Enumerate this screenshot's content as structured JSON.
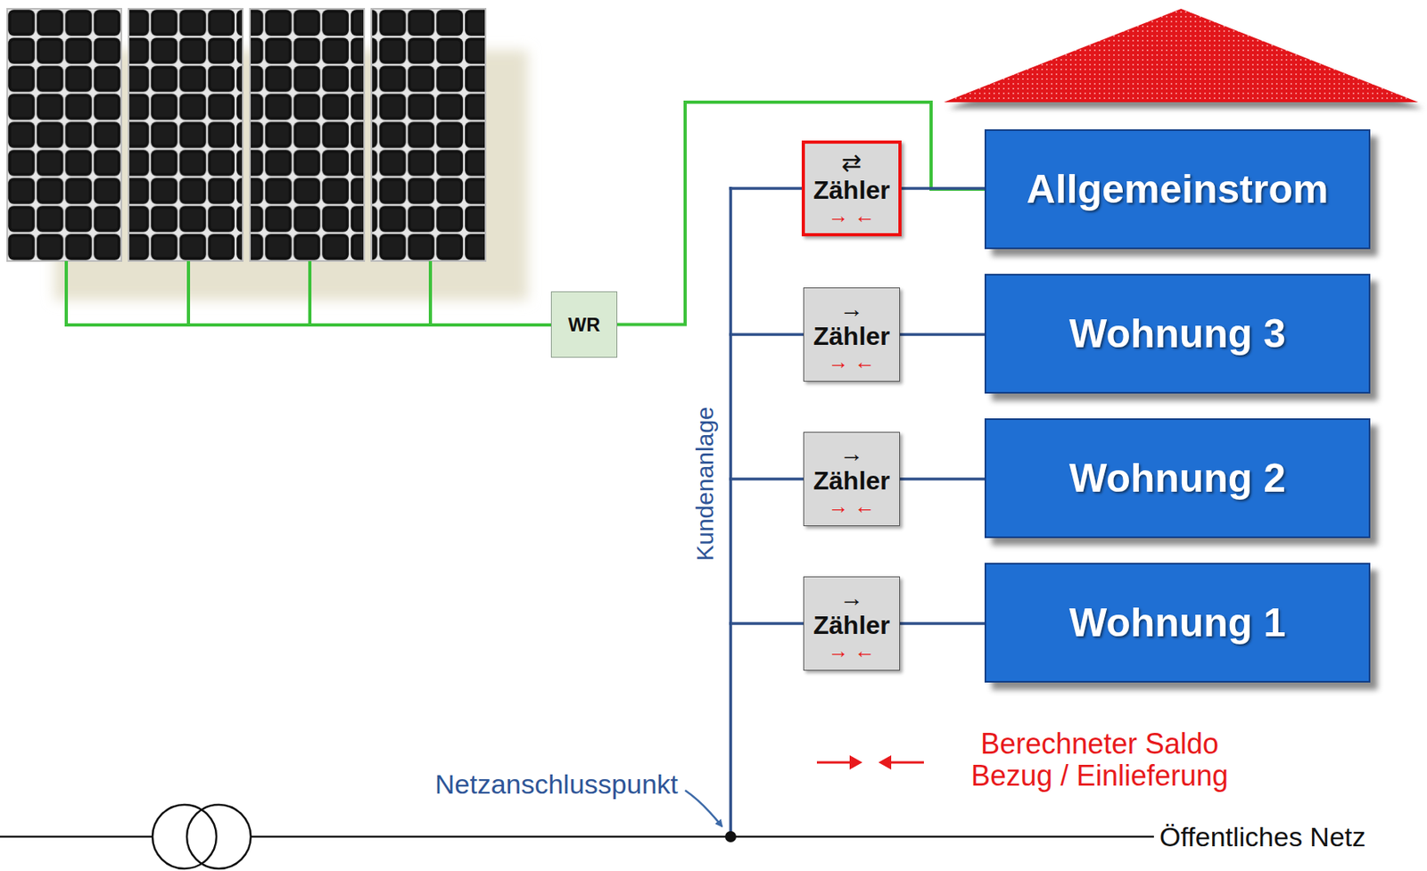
{
  "diagram": {
    "nodes": [
      {
        "text": [
          "WR"
        ]
      },
      {
        "text": [
          "⇄",
          "Zähler",
          "→ ←"
        ]
      },
      {
        "text": [
          "Allgemeinstrom"
        ]
      },
      {
        "text": [
          "→",
          "Zähler",
          "→ ←"
        ]
      },
      {
        "text": [
          "Wohnung 3"
        ]
      },
      {
        "text": [
          "→",
          "Zähler",
          "→ ←"
        ]
      },
      {
        "text": [
          "Wohnung 2"
        ]
      },
      {
        "text": [
          "→",
          "Zähler",
          "→ ←"
        ]
      },
      {
        "text": [
          "Wohnung 1"
        ]
      }
    ],
    "edges": [
      {
        "from": 0,
        "to": 2,
        "arrow": "none"
      },
      {
        "from": 1,
        "to": 2,
        "arrow": "none"
      },
      {
        "from": 3,
        "to": 4,
        "arrow": "none"
      },
      {
        "from": 5,
        "to": 6,
        "arrow": "none"
      },
      {
        "from": 7,
        "to": 8,
        "arrow": "none"
      }
    ],
    "labels": [
      "Kundenanlage",
      "Netzanschlusspunkt",
      "Öffentliches Netz"
    ],
    "legend": [
      {
        "text": "Berechneter Saldo Bezug / Einlieferung"
      }
    ]
  }
}
